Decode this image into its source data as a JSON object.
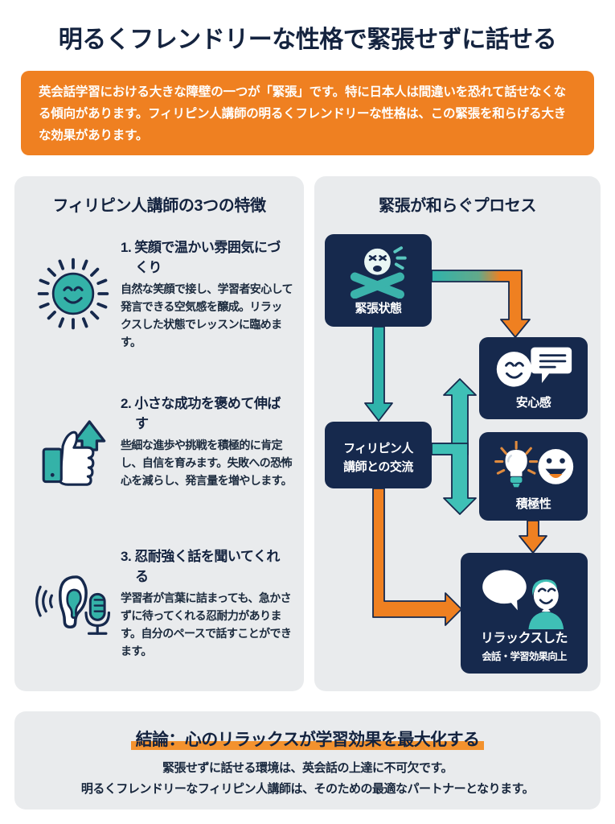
{
  "header": {
    "title": "明るくフレンドリーな性格で緊張せずに話せる",
    "intro": "英会話学習における大きな障壁の一つが「緊張」です。特に日本人は間違いを恐れて話せなくなる傾向があります。フィリピン人講師の明るくフレンドリーな性格は、この緊張を和らげる大きな効果があります。"
  },
  "left_panel": {
    "title": "フィリピン人講師の3つの特徴",
    "features": [
      {
        "number": "1.",
        "heading": "笑顔で温かい雰囲気にづくり",
        "description": "自然な笑顔で接し、学習者安心して発言できる空気感を醸成。リラックスした状態でレッスンに臨めます。",
        "icon": "smiling-sun-icon"
      },
      {
        "number": "2.",
        "heading": "小さな成功を褒めて伸ばす",
        "description": "些細な進歩や挑戦を積極的に肯定し、自信を育みます。失敗への恐怖心を減らし、発言量を増やします。",
        "icon": "thumbs-up-arrow-icon"
      },
      {
        "number": "3.",
        "heading": "忍耐強く話を聞いてくれる",
        "description": "学習者が言葉に詰まっても、急かさずに待ってくれる忍耐力があります。自分のペースで話すことができます。",
        "icon": "ear-microphone-icon"
      }
    ]
  },
  "right_panel": {
    "title": "緊張が和らぐプロセス",
    "nodes": [
      {
        "id": "tension",
        "label": "緊張状態",
        "sub": "",
        "icon": "stressed-face-crossed-arms-icon"
      },
      {
        "id": "exchange",
        "label": "フィリピン人",
        "label2": "講師との交流",
        "icon": ""
      },
      {
        "id": "relief",
        "label": "安心感",
        "sub": "",
        "icon": "smiling-face-speech-bubble-icon"
      },
      {
        "id": "proactive",
        "label": "積極性",
        "sub": "",
        "icon": "lightbulb-happy-face-icon"
      },
      {
        "id": "result",
        "label": "リラックスした",
        "sub": "会話・学習効果向上",
        "icon": "person-speech-bubble-icon"
      }
    ],
    "connectors": [
      {
        "name": "tension-to-relief",
        "from": "tension",
        "to": "relief",
        "color_start": "#2fb3ab",
        "color_end": "#ef8021"
      },
      {
        "name": "tension-to-exchange",
        "from": "tension",
        "to": "exchange",
        "color_start": "#2fb3ab",
        "color_end": "#2fb3ab"
      },
      {
        "name": "exchange-to-relief",
        "from": "exchange",
        "to": "relief",
        "color_start": "#3fc0b6",
        "color_end": "#3fc0b6"
      },
      {
        "name": "exchange-to-proactive",
        "from": "exchange",
        "to": "proactive",
        "color_start": "#3fc0b6",
        "color_end": "#3fc0b6"
      },
      {
        "name": "exchange-to-result",
        "from": "exchange",
        "to": "result",
        "color_start": "#ef8021",
        "color_end": "#ef8021"
      },
      {
        "name": "proactive-to-result",
        "from": "proactive",
        "to": "result",
        "color_start": "#ef8021",
        "color_end": "#ef8021"
      }
    ]
  },
  "conclusion": {
    "title": "結論：心のリラックスが学習効果を最大化する",
    "line1": "緊張せずに話せる環境は、英会話の上達に不可欠です。",
    "line2": "明るくフレンドリーなフィリピン人講師は、そのための最適なパートナーとなります。"
  },
  "colors": {
    "navy": "#14233f",
    "node_navy": "#16294d",
    "orange": "#ef8021",
    "teal": "#2fb3ab",
    "panel_bg": "#e9ebed",
    "page_bg": "#ffffff"
  }
}
